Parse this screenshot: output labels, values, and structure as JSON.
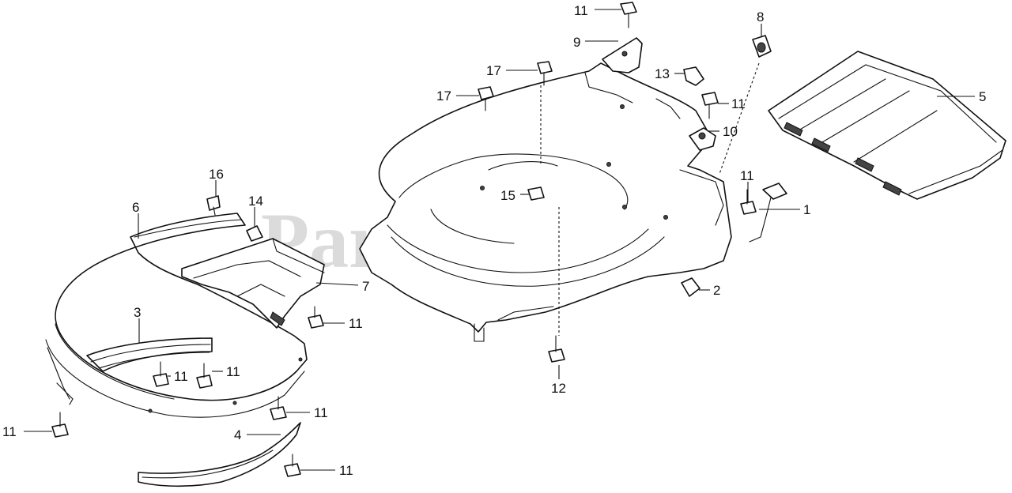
{
  "watermark": "PartsTree",
  "callouts": [
    {
      "id": "c11a",
      "text": "11"
    },
    {
      "id": "c9",
      "text": "9"
    },
    {
      "id": "c8",
      "text": "8"
    },
    {
      "id": "c17a",
      "text": "17"
    },
    {
      "id": "c17b",
      "text": "17"
    },
    {
      "id": "c13",
      "text": "13"
    },
    {
      "id": "c11b",
      "text": "11"
    },
    {
      "id": "c10",
      "text": "10"
    },
    {
      "id": "c5",
      "text": "5"
    },
    {
      "id": "c16",
      "text": "16"
    },
    {
      "id": "c6",
      "text": "6"
    },
    {
      "id": "c14",
      "text": "14"
    },
    {
      "id": "c15",
      "text": "15"
    },
    {
      "id": "c11c",
      "text": "11"
    },
    {
      "id": "c1",
      "text": "1"
    },
    {
      "id": "c7",
      "text": "7"
    },
    {
      "id": "c2",
      "text": "2"
    },
    {
      "id": "c3",
      "text": "3"
    },
    {
      "id": "c11d",
      "text": "11"
    },
    {
      "id": "c11e",
      "text": "11"
    },
    {
      "id": "c11f",
      "text": "11"
    },
    {
      "id": "c12",
      "text": "12"
    },
    {
      "id": "c11g",
      "text": "11"
    },
    {
      "id": "c11h",
      "text": "11"
    },
    {
      "id": "c4",
      "text": "4"
    },
    {
      "id": "c11i",
      "text": "11"
    }
  ]
}
